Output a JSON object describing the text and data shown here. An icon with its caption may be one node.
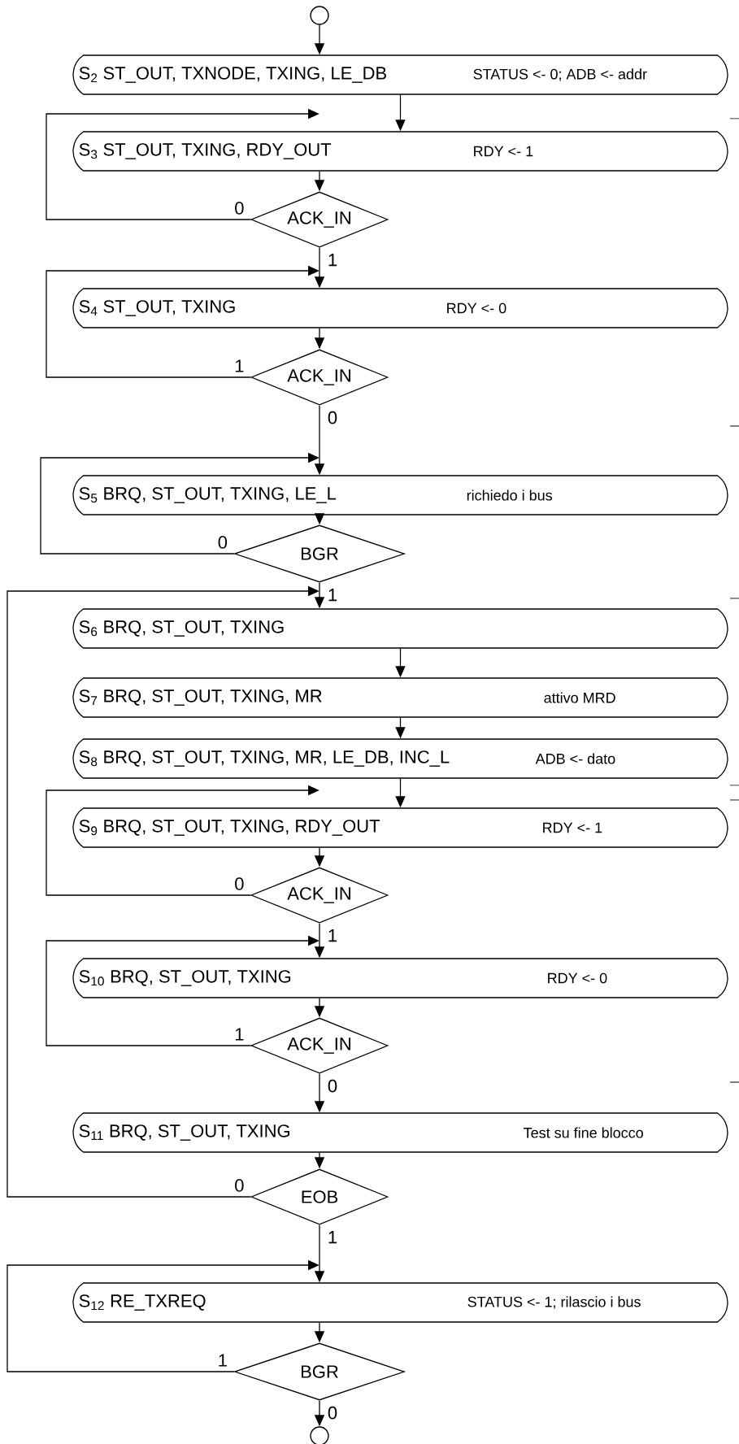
{
  "diagram": {
    "nodes": [
      {
        "text": [],
        "shape": "circle"
      },
      {
        "text": [
          "S$_{2}$  ST_OUT, TXNODE, TXING, LE_DB",
          "STATUS <- 0;  ADB <- addr"
        ]
      },
      {
        "text": [
          "S$_{3}$  ST_OUT, TXING, RDY_OUT",
          "RDY <- 1"
        ]
      },
      {
        "text": [
          "ACK_IN"
        ]
      },
      {
        "text": [
          "S$_{4}$  ST_OUT, TXING",
          "RDY <- 0"
        ]
      },
      {
        "text": [
          "ACK_IN"
        ]
      },
      {
        "text": [
          "S$_{5}$   BRQ, ST_OUT, TXING, LE_L",
          "richiedo i bus"
        ]
      },
      {
        "text": [
          "BGR"
        ]
      },
      {
        "text": [
          "S$_{6}$   BRQ, ST_OUT, TXING"
        ]
      },
      {
        "text": [
          "S$_{7}$   BRQ, ST_OUT, TXING, MR",
          "attivo MRD"
        ]
      },
      {
        "text": [
          "S$_{8}$  BRQ, ST_OUT, TXING, MR, LE_DB, INC_L",
          "ADB <- dato"
        ]
      },
      {
        "text": [
          "S$_{9}$  BRQ, ST_OUT, TXING, RDY_OUT",
          "RDY <- 1"
        ]
      },
      {
        "text": [
          "ACK_IN"
        ]
      },
      {
        "text": [
          "S$_{10}$  BRQ, ST_OUT, TXING",
          "RDY <- 0"
        ]
      },
      {
        "text": [
          "ACK_IN"
        ]
      },
      {
        "text": [
          "S$_{11}$  BRQ, ST_OUT, TXING",
          "Test su fine blocco"
        ]
      },
      {
        "text": [
          "EOB"
        ]
      },
      {
        "text": [
          "S$_{12}$  RE_TXREQ",
          "STATUS <- 1; rilascio i bus"
        ]
      },
      {
        "text": [
          "BGR"
        ]
      },
      {
        "text": [],
        "shape": "circle"
      }
    ],
    "edges": [
      {
        "from": 0,
        "to": 1,
        "arrow": "to"
      },
      {
        "from": 1,
        "to": 2,
        "arrow": "to"
      },
      {
        "from": 2,
        "to": 3,
        "arrow": "to"
      },
      {
        "from": 3,
        "to": 2,
        "arrow": "to",
        "label": "0"
      },
      {
        "from": 3,
        "to": 4,
        "arrow": "to",
        "label": "1"
      },
      {
        "from": 4,
        "to": 5,
        "arrow": "to"
      },
      {
        "from": 5,
        "to": 4,
        "arrow": "to",
        "label": "1"
      },
      {
        "from": 5,
        "to": 6,
        "arrow": "to",
        "label": "0"
      },
      {
        "from": 6,
        "to": 7,
        "arrow": "to"
      },
      {
        "from": 7,
        "to": 6,
        "arrow": "to",
        "label": "0"
      },
      {
        "from": 7,
        "to": 8,
        "arrow": "to",
        "label": "1"
      },
      {
        "from": 8,
        "to": 9,
        "arrow": "to"
      },
      {
        "from": 9,
        "to": 10,
        "arrow": "to"
      },
      {
        "from": 10,
        "to": 11,
        "arrow": "to"
      },
      {
        "from": 11,
        "to": 12,
        "arrow": "to"
      },
      {
        "from": 12,
        "to": 11,
        "arrow": "to",
        "label": "0"
      },
      {
        "from": 12,
        "to": 13,
        "arrow": "to",
        "label": "1"
      },
      {
        "from": 13,
        "to": 14,
        "arrow": "to"
      },
      {
        "from": 14,
        "to": 13,
        "arrow": "to",
        "label": "1"
      },
      {
        "from": 14,
        "to": 15,
        "arrow": "to",
        "label": "0"
      },
      {
        "from": 15,
        "to": 16,
        "arrow": "to"
      },
      {
        "from": 16,
        "to": 8,
        "arrow": "to",
        "label": "0"
      },
      {
        "from": 16,
        "to": 17,
        "arrow": "to",
        "label": "1"
      },
      {
        "from": 17,
        "to": 18,
        "arrow": "to"
      },
      {
        "from": 18,
        "to": 17,
        "arrow": "to",
        "label": "1"
      },
      {
        "from": 18,
        "to": 19,
        "arrow": "to",
        "label": "0"
      }
    ]
  }
}
